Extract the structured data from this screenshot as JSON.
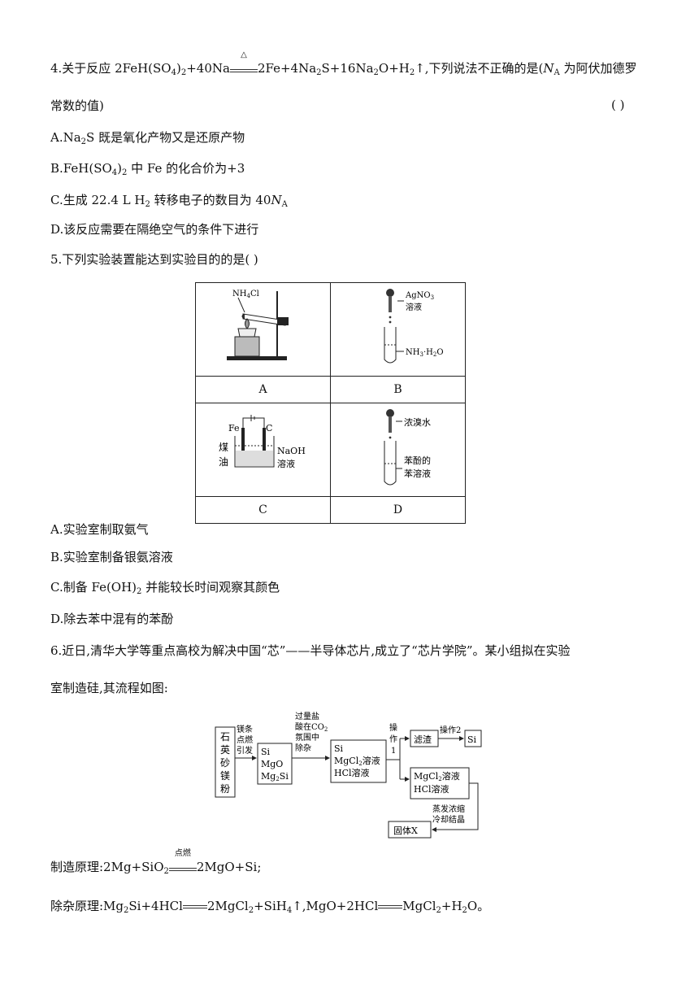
{
  "q4": {
    "stem_a": "4.关于反应 2FeH(SO",
    "stem_b": ")",
    "stem_c": "+40Na",
    "stem_cond": "△",
    "stem_d": "2Fe+4Na",
    "stem_e": "S+16Na",
    "stem_f": "O+H",
    "stem_g": "↑,下列说法不正确的是(",
    "stem_h": "N",
    "stem_i": "A",
    "stem_j": " 为阿伏加德罗",
    "stem_line2": "常数的值)",
    "paren": "(        )",
    "optA_a": "A.Na",
    "optA_b": "S 既是氧化产物又是还原产物",
    "optB_a": "B.FeH(SO",
    "optB_b": ")",
    "optB_c": " 中 Fe 的化合价为+3",
    "optC_a": "C.生成 22.4 L H",
    "optC_b": " 转移电子的数目为 40",
    "optC_c": "N",
    "optC_d": "A",
    "optD": "D.该反应需要在隔绝空气的条件下进行"
  },
  "q5": {
    "stem": "5.下列实验装置能达到实验目的的是(        )",
    "cells": {
      "A": {
        "label": "A",
        "reagent": "NH4Cl"
      },
      "B": {
        "label": "B",
        "reagent1": "AgNO3",
        "reagent2": "溶液",
        "reagent3": "NH3·H2O"
      },
      "C": {
        "label": "C",
        "el1": "Fe",
        "el2": "C",
        "liq1a": "煤",
        "liq1b": "油",
        "liq2a": "NaOH",
        "liq2b": "溶液"
      },
      "D": {
        "label": "D",
        "reagent1": "浓溴水",
        "reagent2a": "苯酚的",
        "reagent2b": "苯溶液"
      }
    },
    "optA": "A.实验室制取氨气",
    "optB": "B.实验室制备银氨溶液",
    "optC_a": "C.制备 Fe(OH)",
    "optC_b": " 并能较长时间观察其颜色",
    "optD": "D.除去苯中混有的苯酚"
  },
  "q6": {
    "stem1": "6.近日,清华大学等重点高校为解决中国“芯”——半导体芯片,成立了“芯片学院”。某小组拟在实验",
    "stem2": "室制造硅,其流程如图:",
    "flow": {
      "box1": [
        "石",
        "英",
        "砂",
        "镁",
        "粉"
      ],
      "arrow1": [
        "镁条",
        "点燃",
        "引发"
      ],
      "box2": [
        "Si",
        "MgO",
        "Mg2Si"
      ],
      "arrow2": [
        "过量盐",
        "酸在CO2",
        "氛围中",
        "除杂"
      ],
      "box3": [
        "Si",
        "MgCl2溶液",
        "HCl溶液"
      ],
      "arrow3": [
        "操",
        "作",
        "1"
      ],
      "box4": "滤渣",
      "arrow4": "操作2",
      "box5": "Si",
      "box6": [
        "MgCl2溶液",
        "HCl溶液"
      ],
      "arrow6": [
        "蒸发浓缩",
        "冷却结晶"
      ],
      "box7": "固体X"
    },
    "p1_a": "制造原理:2Mg+SiO",
    "p1_cond": "点燃",
    "p1_b": "2MgO+Si;",
    "p2_a": "除杂原理:Mg",
    "p2_b": "Si+4HCl",
    "p2_c": "2MgCl",
    "p2_d": "+SiH",
    "p2_e": "↑,MgO+2HCl",
    "p2_f": "MgCl",
    "p2_g": "+H",
    "p2_h": "O。"
  }
}
